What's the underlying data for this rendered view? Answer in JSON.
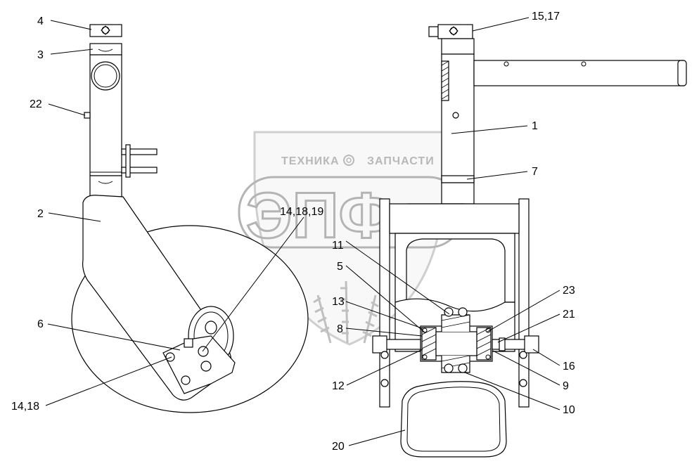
{
  "watermark": {
    "word_left": "ТЕХНИКА",
    "word_right": "ЗАПЧАСТИ",
    "logo": "ЭПФ",
    "gear": "gear-icon"
  },
  "callouts": [
    {
      "id": "c4",
      "text": "4"
    },
    {
      "id": "c3",
      "text": "3"
    },
    {
      "id": "c22",
      "text": "22"
    },
    {
      "id": "c2",
      "text": "2"
    },
    {
      "id": "c6",
      "text": "6"
    },
    {
      "id": "c1418",
      "text": "14,18"
    },
    {
      "id": "c141819",
      "text": "14,18,19"
    },
    {
      "id": "c1517",
      "text": "15,17"
    },
    {
      "id": "c1",
      "text": "1"
    },
    {
      "id": "c7",
      "text": "7"
    },
    {
      "id": "c11",
      "text": "11"
    },
    {
      "id": "c5",
      "text": "5"
    },
    {
      "id": "c13",
      "text": "13"
    },
    {
      "id": "c8",
      "text": "8"
    },
    {
      "id": "c12",
      "text": "12"
    },
    {
      "id": "c23",
      "text": "23"
    },
    {
      "id": "c21",
      "text": "21"
    },
    {
      "id": "c16",
      "text": "16"
    },
    {
      "id": "c9",
      "text": "9"
    },
    {
      "id": "c10",
      "text": "10"
    },
    {
      "id": "c20",
      "text": "20"
    }
  ]
}
